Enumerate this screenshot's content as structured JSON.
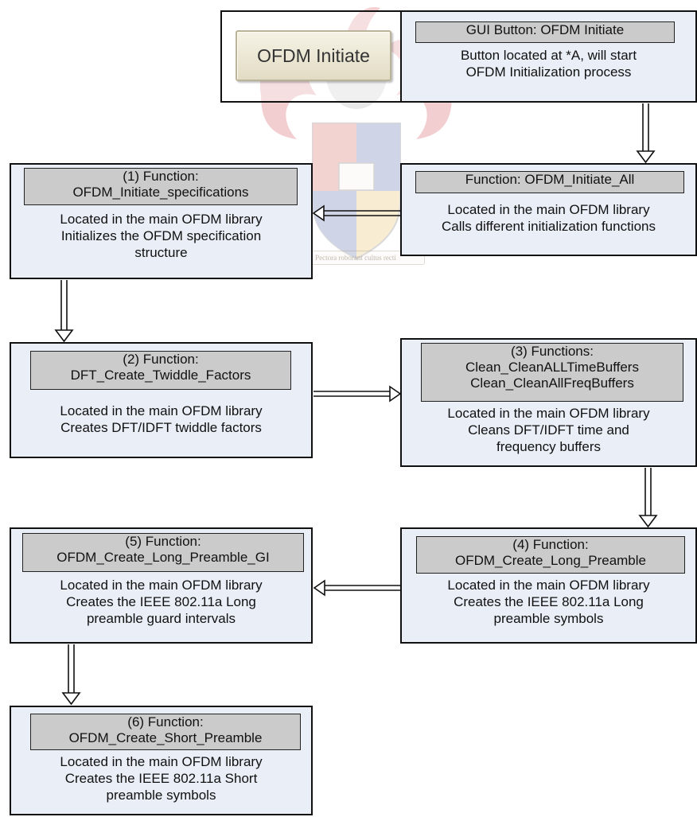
{
  "watermark": {
    "motto": "Pectora roborant cultus recti"
  },
  "gui": {
    "button_label": "OFDM Initiate"
  },
  "boxes": {
    "gui_desc": {
      "header": [
        "GUI Button: OFDM Initiate"
      ],
      "body": [
        "Button located at *A, will start",
        "OFDM Initialization process"
      ]
    },
    "initiate_all": {
      "header": [
        "Function: OFDM_Initiate_All"
      ],
      "body": [
        "Located in the main OFDM library",
        "Calls different initialization functions"
      ]
    },
    "f1": {
      "header": [
        "(1) Function:",
        "OFDM_Initiate_specifications"
      ],
      "body": [
        "Located in the main OFDM library",
        "Initializes the OFDM specification",
        "structure"
      ]
    },
    "f2": {
      "header": [
        "(2) Function:",
        "DFT_Create_Twiddle_Factors"
      ],
      "body": [
        "Located in the main OFDM library",
        "Creates DFT/IDFT twiddle factors"
      ]
    },
    "f3": {
      "header": [
        "(3) Functions:",
        "Clean_CleanALLTimeBuffers",
        "Clean_CleanAllFreqBuffers"
      ],
      "body": [
        "Located in the main OFDM library",
        "Cleans DFT/IDFT time and",
        "frequency buffers"
      ]
    },
    "f4": {
      "header": [
        "(4) Function:",
        "OFDM_Create_Long_Preamble"
      ],
      "body": [
        "Located in the main OFDM library",
        "Creates the IEEE 802.11a Long",
        "preamble symbols"
      ]
    },
    "f5": {
      "header": [
        "(5) Function:",
        "OFDM_Create_Long_Preamble_GI"
      ],
      "body": [
        "Located in the main OFDM library",
        "Creates the IEEE 802.11a Long",
        "preamble guard intervals"
      ]
    },
    "f6": {
      "header": [
        "(6) Function:",
        "OFDM_Create_Short_Preamble"
      ],
      "body": [
        "Located in the main OFDM library",
        "Creates the IEEE 802.11a Short",
        "preamble symbols"
      ]
    }
  },
  "colors": {
    "box_fill": "#e9eef7",
    "header_fill": "#cbcbcb",
    "border": "#111111",
    "crest_red": "#c8242c",
    "crest_blue": "#2b3f8f",
    "crest_gold": "#e2b23a"
  }
}
